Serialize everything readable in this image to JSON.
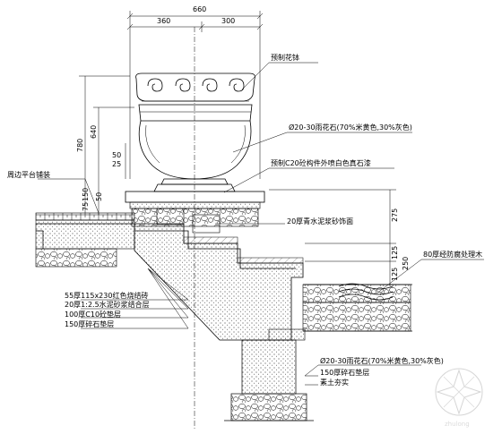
{
  "dimensions": {
    "top_total": "660",
    "top_left": "360",
    "top_right": "300",
    "h780": "780",
    "h640": "640",
    "h50": "50",
    "h25": "25",
    "h75": "75",
    "h150": "150",
    "h50b": "50",
    "h275": "275",
    "h125": "125",
    "h125b": "125",
    "h250": "250"
  },
  "labels": {
    "precast_planter": "预制花钵",
    "pebble_top": "Ø20-30雨花石(70%米黄色,30%灰色)",
    "precast_c20": "预制C20砼构件外喷白色真石漆",
    "waterproof_coat": "20厚青水泥浆砂饰面",
    "platform_edge": "周边平台铺装",
    "anticorrosion_wood": "80厚经防腐处理木",
    "brick_red": "55厚115x230红色烧结砖",
    "mortar_bed": "20厚1:2.5水泥砂浆结合层",
    "concrete_c10": "100厚C10砼垫层",
    "gravel_base": "150厚碎石垫层",
    "pebble_bottom": "Ø20-30雨花石(70%米黄色,30%灰色)",
    "gravel_base_b": "150厚碎石垫层",
    "soil": "素土夯实"
  },
  "watermark": "zhulong"
}
